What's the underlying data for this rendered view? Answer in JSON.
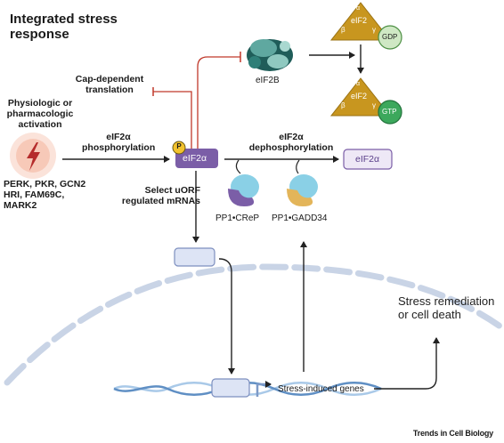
{
  "title": "Integrated stress response",
  "activation": {
    "label": "Physiologic or pharmacologic activation",
    "kinases": "PERK, PKR, GCN2 HRI, FAM69C, MARK2"
  },
  "phosphorylation_label": "eIF2α phosphorylation",
  "cap_translation_label": "Cap-dependent translation",
  "eif2a_label": "eIF2α",
  "phospho_mark": "P",
  "eif2b_label": "eIF2B",
  "complex": {
    "name": "eIF2",
    "alpha": "α",
    "beta": "β",
    "gamma": "γ",
    "gdp": "GDP",
    "gtp": "GTP"
  },
  "dephosphorylation_label": "eIF2α dephosphorylation",
  "eif2a_free_label": "eIF2α",
  "uorf_label": "Select uORF regulated mRNAs",
  "pp1_crep": "PP1•CReP",
  "pp1_gadd34": "PP1•GADD34",
  "stress_genes_label": "Stress-induced genes",
  "outcome_label": "Stress remediation or cell death",
  "footer": "Trends in Cell Biology",
  "colors": {
    "purple": "#7b5ea7",
    "gold": "#c8961f",
    "red_inhibit": "#c0392b",
    "green_gdp": "#cfe8c4",
    "green_gtp": "#3ca85c",
    "teal": "#2f6f6a",
    "mrna_box": "#dde4f5"
  }
}
